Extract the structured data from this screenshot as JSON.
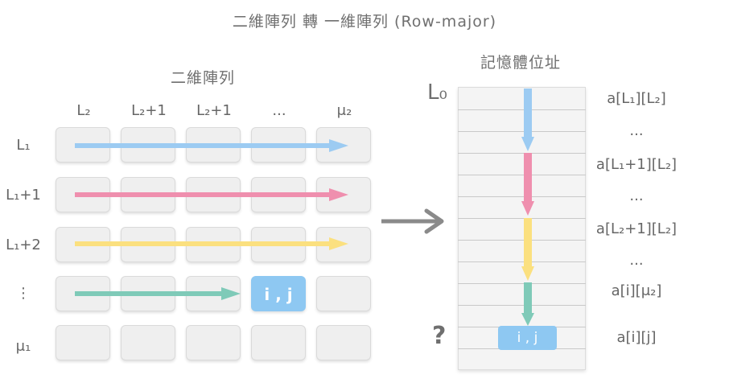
{
  "title": "二維陣列 轉 一維陣列 (Row-major)",
  "left_title": "二維陣列",
  "right_title": "記憶體位址",
  "column_labels": [
    "L₂",
    "L₂+1",
    "L₂+1",
    "...",
    "μ₂"
  ],
  "row_labels": [
    "L₁",
    "L₁+1",
    "L₁+2",
    "⋮",
    "μ₁"
  ],
  "highlight_cell_text": "i , j",
  "memory_start_label": "L₀",
  "memory_unknown_label": "?",
  "memory_cell_text": "i , j",
  "address_labels": [
    "a[L₁][L₂]",
    "...",
    "a[L₁+1][L₂]",
    "...",
    "a[L₂+1][L₂]",
    "...",
    "a[i][μ₂]",
    "a[i][j]"
  ],
  "colors": {
    "blue": "#9ccbf2",
    "pink": "#ef8fae",
    "yellow": "#fbe07f",
    "teal": "#7fcab8",
    "highlight": "#8ec8f2",
    "gray_arrow": "#8a8a8a"
  }
}
